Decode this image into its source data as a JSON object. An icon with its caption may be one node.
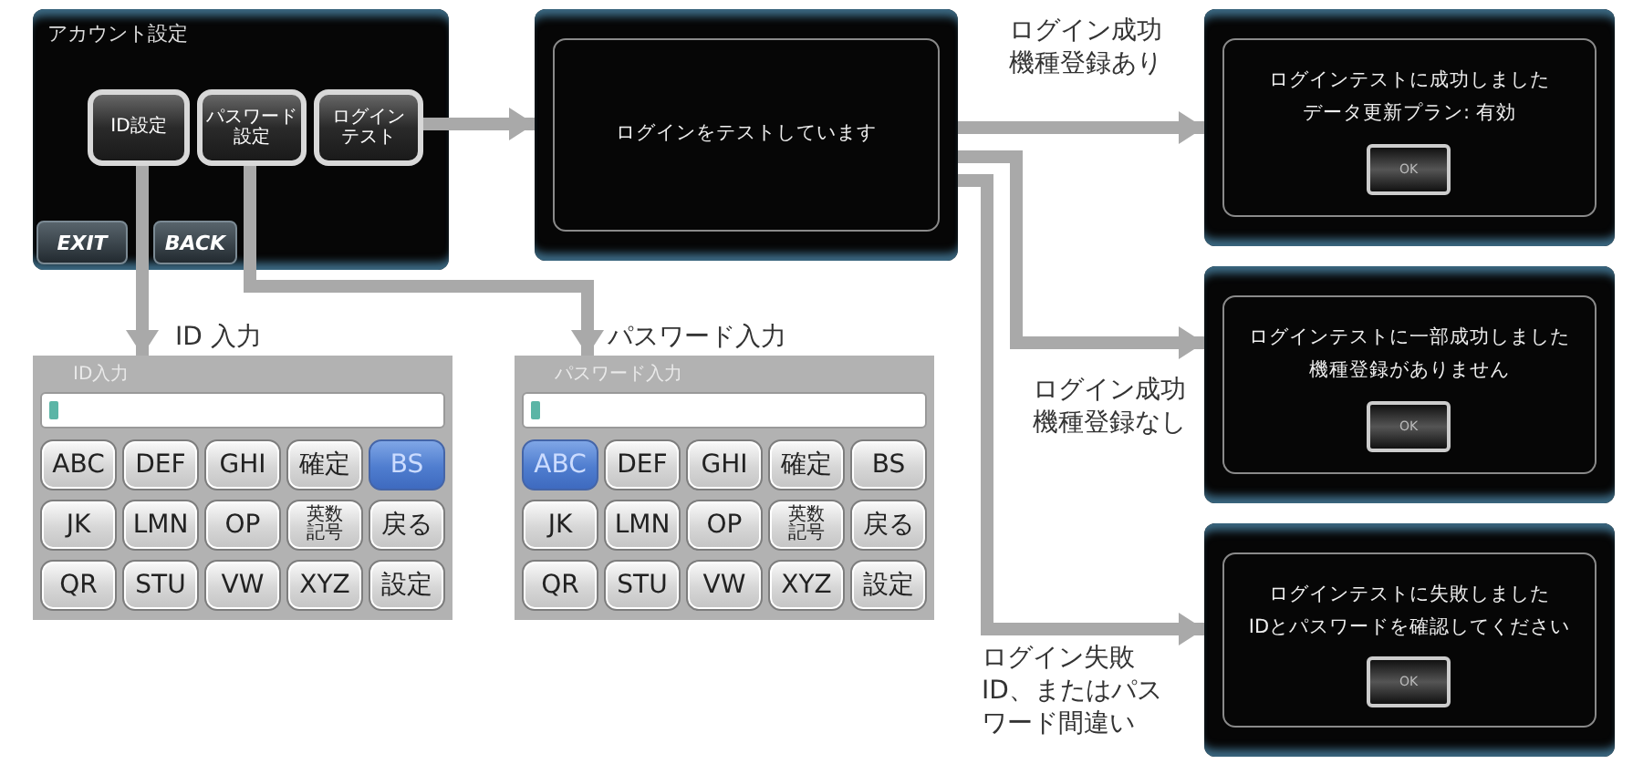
{
  "diagram": {
    "nodes": [
      {
        "text": [
          "アカウント設定"
        ]
      },
      {
        "text": [
          "ID設定"
        ],
        "in": 0
      },
      {
        "text": [
          "パスワード設定"
        ],
        "in": 0
      },
      {
        "text": [
          "ログインテスト"
        ],
        "in": 0
      },
      {
        "text": [
          "EXIT"
        ],
        "in": 0
      },
      {
        "text": [
          "BACK"
        ],
        "in": 0
      },
      {
        "text": [
          "ログインをテストしています"
        ]
      },
      {
        "text": [
          "ログインテストに成功しました",
          "データ更新プラン: 有効"
        ]
      },
      {
        "text": [
          "OK"
        ],
        "in": 7
      },
      {
        "text": [
          "ログインテストに一部成功しました",
          "機種登録がありません"
        ]
      },
      {
        "text": [
          "OK"
        ],
        "in": 9
      },
      {
        "text": [
          "ログインテストに失敗しました",
          "IDとパスワードを確認してください"
        ]
      },
      {
        "text": [
          "OK"
        ],
        "in": 11
      },
      {
        "text": [
          "ID入力"
        ]
      },
      {
        "text": [
          "ABC"
        ],
        "in": 13
      },
      {
        "text": [
          "DEF"
        ],
        "in": 13
      },
      {
        "text": [
          "GHI"
        ],
        "in": 13
      },
      {
        "text": [
          "確定"
        ],
        "in": 13
      },
      {
        "text": [
          "BS"
        ],
        "in": 13
      },
      {
        "text": [
          "JK"
        ],
        "in": 13
      },
      {
        "text": [
          "LMN"
        ],
        "in": 13
      },
      {
        "text": [
          "OP"
        ],
        "in": 13
      },
      {
        "text": [
          "英数記号"
        ],
        "in": 13
      },
      {
        "text": [
          "戻る"
        ],
        "in": 13
      },
      {
        "text": [
          "QR"
        ],
        "in": 13
      },
      {
        "text": [
          "STU"
        ],
        "in": 13
      },
      {
        "text": [
          "VW"
        ],
        "in": 13
      },
      {
        "text": [
          "XYZ"
        ],
        "in": 13
      },
      {
        "text": [
          "設定"
        ],
        "in": 13
      },
      {
        "text": [
          "パスワード入力"
        ]
      },
      {
        "text": [
          "ABC"
        ],
        "in": 29
      },
      {
        "text": [
          "DEF"
        ],
        "in": 29
      },
      {
        "text": [
          "GHI"
        ],
        "in": 29
      },
      {
        "text": [
          "確定"
        ],
        "in": 29
      },
      {
        "text": [
          "BS"
        ],
        "in": 29
      },
      {
        "text": [
          "JK"
        ],
        "in": 29
      },
      {
        "text": [
          "LMN"
        ],
        "in": 29
      },
      {
        "text": [
          "OP"
        ],
        "in": 29
      },
      {
        "text": [
          "英数記号"
        ],
        "in": 29
      },
      {
        "text": [
          "戻る"
        ],
        "in": 29
      },
      {
        "text": [
          "QR"
        ],
        "in": 29
      },
      {
        "text": [
          "STU"
        ],
        "in": 29
      },
      {
        "text": [
          "VW"
        ],
        "in": 29
      },
      {
        "text": [
          "XYZ"
        ],
        "in": 29
      },
      {
        "text": [
          "設定"
        ],
        "in": 29
      }
    ],
    "edges": [
      {
        "from": 3,
        "to": 6,
        "arrow": "to"
      },
      {
        "from": 1,
        "to": 13,
        "arrow": "to",
        "label": "ID 入力"
      },
      {
        "from": 2,
        "to": 29,
        "arrow": "to",
        "label": "パスワード入力"
      },
      {
        "from": 6,
        "to": 7,
        "arrow": "to",
        "label": "ログイン成功機種登録あり"
      },
      {
        "from": 6,
        "to": 9,
        "arrow": "to",
        "label": "ログイン成功機種登録なし"
      },
      {
        "from": 6,
        "to": 11,
        "arrow": "to",
        "label": "ログイン失敗ID、またはパスワード間違い"
      }
    ]
  }
}
